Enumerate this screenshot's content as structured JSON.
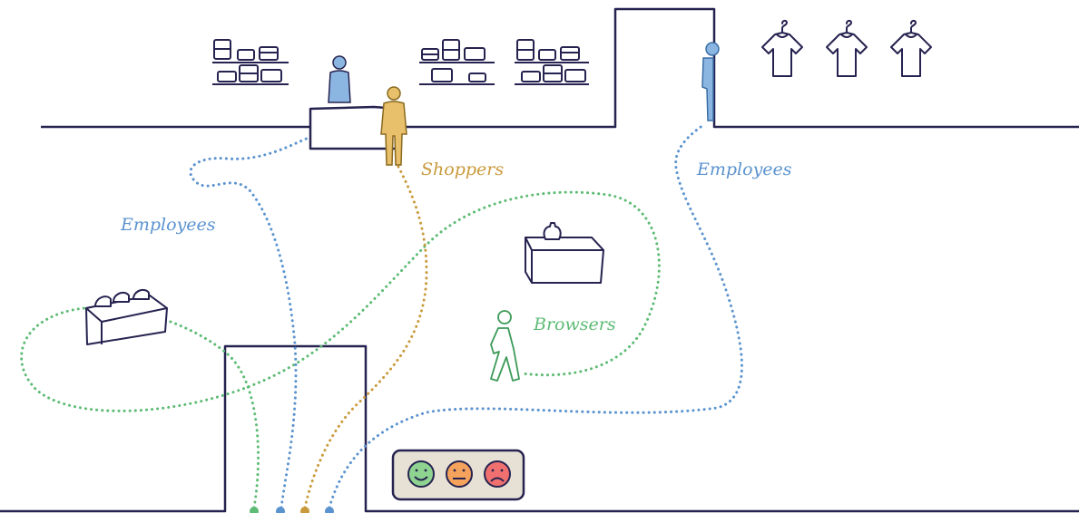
{
  "labels": {
    "employees_left": "Employees",
    "employees_right": "Employees",
    "shoppers": "Shoppers",
    "browsers": "Browsers"
  },
  "colors": {
    "outline": "#262350",
    "employees": "#5b93cf",
    "shoppers": "#c99a3c",
    "browsers": "#5dbb74",
    "feedback_panel": "#e6e1d4",
    "smile_face": "#8fd390",
    "neutral_face": "#f5a35c",
    "frown_face": "#f07070"
  },
  "feedback_faces": [
    "smile-face-icon",
    "neutral-face-icon",
    "frown-face-icon"
  ]
}
